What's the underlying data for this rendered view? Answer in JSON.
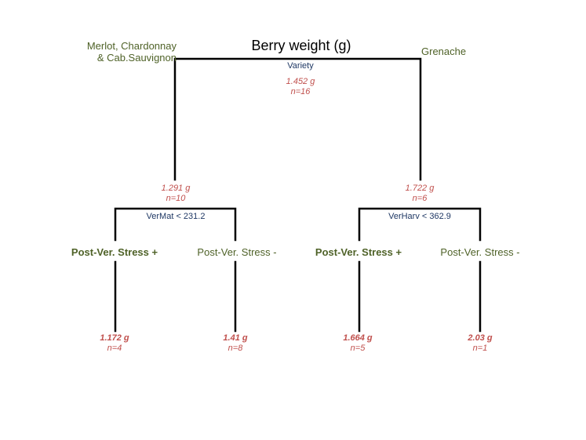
{
  "title": "Berry weight (g)",
  "root": {
    "split_label": "Variety",
    "mean": "1.452 g",
    "n": "n=16",
    "left_branch": [
      "Merlot, Chardonnay",
      "& Cab.Sauvignon"
    ],
    "right_branch": "Grenache"
  },
  "left_node": {
    "mean": "1.291 g",
    "n": "n=10",
    "split_label": "VerMat < 231.2",
    "left_condition": "Post-Ver. Stress +",
    "right_condition": "Post-Ver. Stress -"
  },
  "right_node": {
    "mean": "1.722 g",
    "n": "n=6",
    "split_label": "VerHarv < 362.9",
    "left_condition": "Post-Ver. Stress +",
    "right_condition": "Post-Ver. Stress -"
  },
  "leaves": [
    {
      "mean": "1.172 g",
      "n": "n=4"
    },
    {
      "mean": "1.41 g",
      "n": "n=8"
    },
    {
      "mean": "1.664 g",
      "n": "n=5"
    },
    {
      "mean": "2.03 g",
      "n": "n=1"
    }
  ],
  "colors": {
    "line": "#000000",
    "branch_text": "#4f6228",
    "split_text": "#1f3864",
    "value_text": "#c0504d"
  }
}
